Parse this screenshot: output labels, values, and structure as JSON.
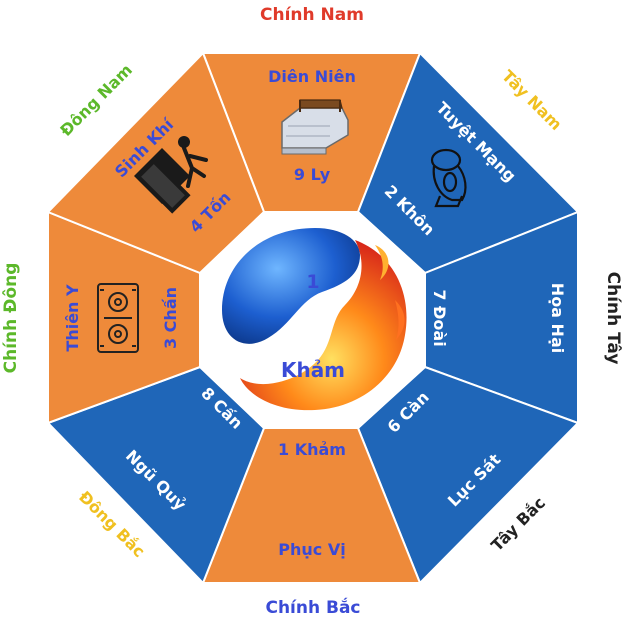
{
  "directions": {
    "chinh_nam": "Chính Nam",
    "tay_nam": "Tây Nam",
    "chinh_tay": "Chính Tây",
    "tay_bac": "Tây Bắc",
    "chinh_bac": "Chính Bắc",
    "dong_bac": "Đông Bắc",
    "chinh_dong": "Chính Đông",
    "dong_nam": "Đông Nam"
  },
  "sectors": {
    "south": {
      "name": "Diên Niên",
      "number": "9 Ly",
      "icon": "bed-icon",
      "color": "#ee8a3a"
    },
    "southwest": {
      "name": "Tuyệt Mạng",
      "number": "2 Khôn",
      "icon": "toilet-icon",
      "color": "#1f66b8"
    },
    "west": {
      "name": "Họa Hại",
      "number": "7 Đoài",
      "icon": "",
      "color": "#1f66b8"
    },
    "northwest": {
      "name": "Lục Sát",
      "number": "6 Càn",
      "icon": "",
      "color": "#1f66b8"
    },
    "north": {
      "name": "Phục Vị",
      "number": "1 Khảm",
      "icon": "",
      "color": "#ee8a3a"
    },
    "northeast": {
      "name": "Ngũ Quỷ",
      "number": "8 Cấn",
      "icon": "",
      "color": "#1f66b8"
    },
    "east": {
      "name": "Thiên Y",
      "number": "3 Chấn",
      "icon": "stove-icon",
      "color": "#ee8a3a"
    },
    "southeast": {
      "name": "Sinh Khí",
      "number": "4 Tốn",
      "icon": "door-icon",
      "color": "#ee8a3a"
    }
  },
  "center": {
    "number": "1",
    "name": "Khảm",
    "icon": "yin-yang-icon"
  },
  "colors": {
    "auspicious": "#ee8a3a",
    "inauspicious": "#1f66b8",
    "label_blue": "#3a4bd6",
    "south_label": "#e03a2a",
    "east_label": "#5cb82a",
    "yellow_label": "#f0c020",
    "dark_label": "#222222"
  }
}
